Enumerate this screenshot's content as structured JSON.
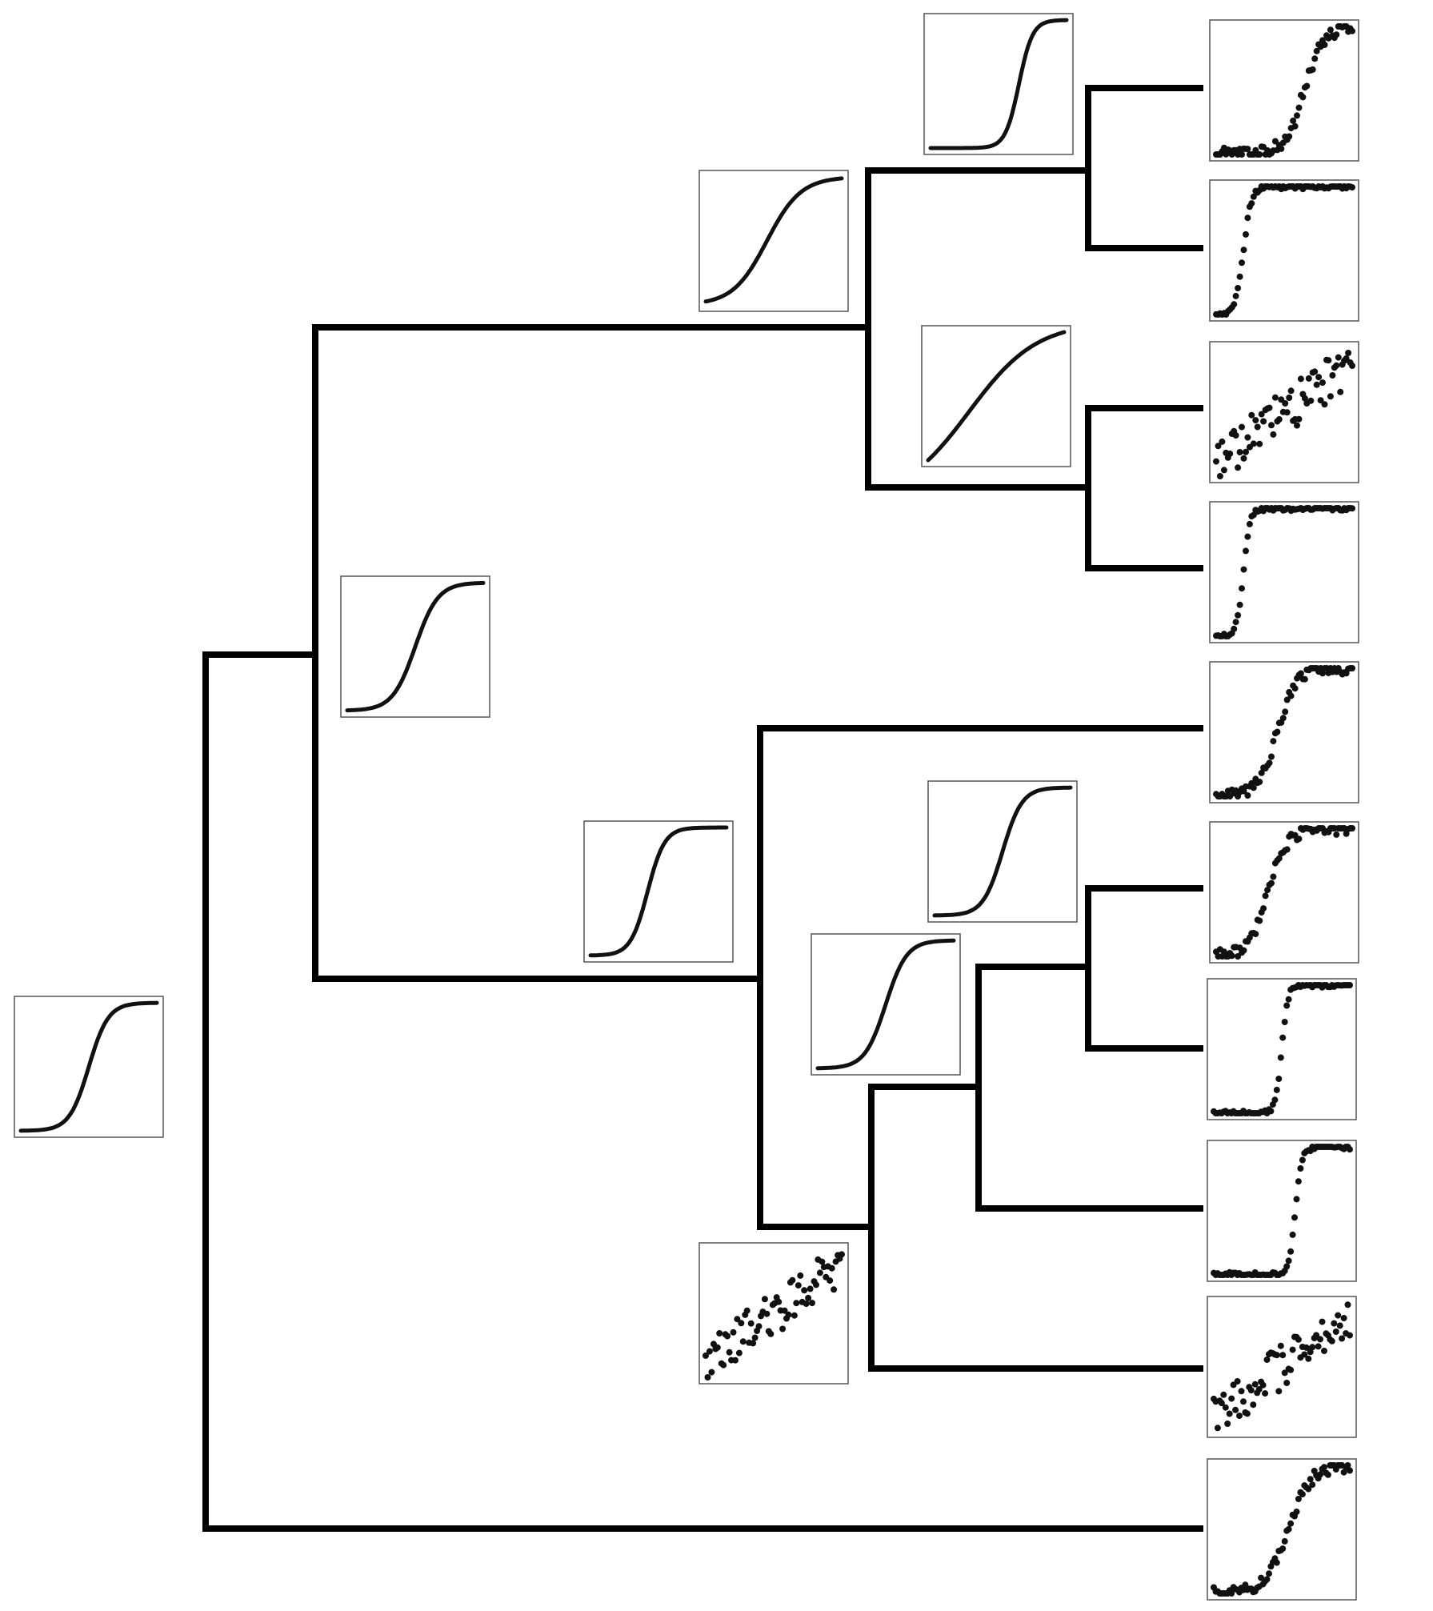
{
  "colors": {
    "background": "#ffffff",
    "branch": "#000000",
    "frame": "#555555",
    "curve": "#111111",
    "point": "#111111"
  },
  "tree": {
    "root": {
      "curve": {
        "midpoint": 0.5,
        "steepness": 14
      },
      "children": [
        {
          "curve": {
            "midpoint": 0.5,
            "steepness": 12
          },
          "children": [
            {
              "curve": {
                "midpoint": 0.45,
                "steepness": 8
              },
              "children": [
                {
                  "curve": {
                    "midpoint": 0.65,
                    "steepness": 20
                  },
                  "children": [
                    {
                      "points": {
                        "kind": "sigmoid",
                        "midpoint": 0.65,
                        "steepness": 14,
                        "noise": 0.06
                      }
                    },
                    {
                      "points": {
                        "kind": "sigmoid",
                        "midpoint": 0.2,
                        "steepness": 34,
                        "noise": 0.02
                      }
                    }
                  ]
                },
                {
                  "curve": {
                    "midpoint": 0.3,
                    "steepness": 4
                  },
                  "children": [
                    {
                      "points": {
                        "kind": "linear",
                        "midpoint": 0.3,
                        "steepness": 4,
                        "noise": 0.18
                      }
                    },
                    {
                      "points": {
                        "kind": "sigmoid",
                        "midpoint": 0.2,
                        "steepness": 40,
                        "noise": 0.02
                      }
                    }
                  ]
                }
              ]
            },
            {
              "curve": {
                "midpoint": 0.42,
                "steepness": 16
              },
              "children": [
                {
                  "points": {
                    "kind": "sigmoid",
                    "midpoint": 0.45,
                    "steepness": 14,
                    "noise": 0.05
                  }
                },
                {
                  "curve": {
                    "midpoint": 0.5,
                    "steepness": 12
                  },
                  "children": [
                    {
                      "curve": {
                        "midpoint": 0.5,
                        "steepness": 13
                      },
                      "children": [
                        {
                          "curve": {
                            "midpoint": 0.5,
                            "steepness": 14
                          },
                          "children": [
                            {
                              "points": {
                                "kind": "sigmoid",
                                "midpoint": 0.38,
                                "steepness": 14,
                                "noise": 0.05
                              }
                            },
                            {
                              "points": {
                                "kind": "sigmoid",
                                "midpoint": 0.5,
                                "steepness": 45,
                                "noise": 0.02
                              }
                            }
                          ]
                        },
                        {
                          "points": {
                            "kind": "sigmoid",
                            "midpoint": 0.6,
                            "steepness": 40,
                            "noise": 0.02
                          }
                        }
                      ]
                    },
                    {
                      "points": {
                        "kind": "linear",
                        "midpoint": 0.5,
                        "steepness": 3,
                        "noise": 0.18
                      }
                    }
                  ]
                }
              ]
            }
          ]
        },
        {
          "points": {
            "kind": "sigmoid",
            "midpoint": 0.55,
            "steepness": 12,
            "noise": 0.05
          }
        }
      ]
    }
  }
}
